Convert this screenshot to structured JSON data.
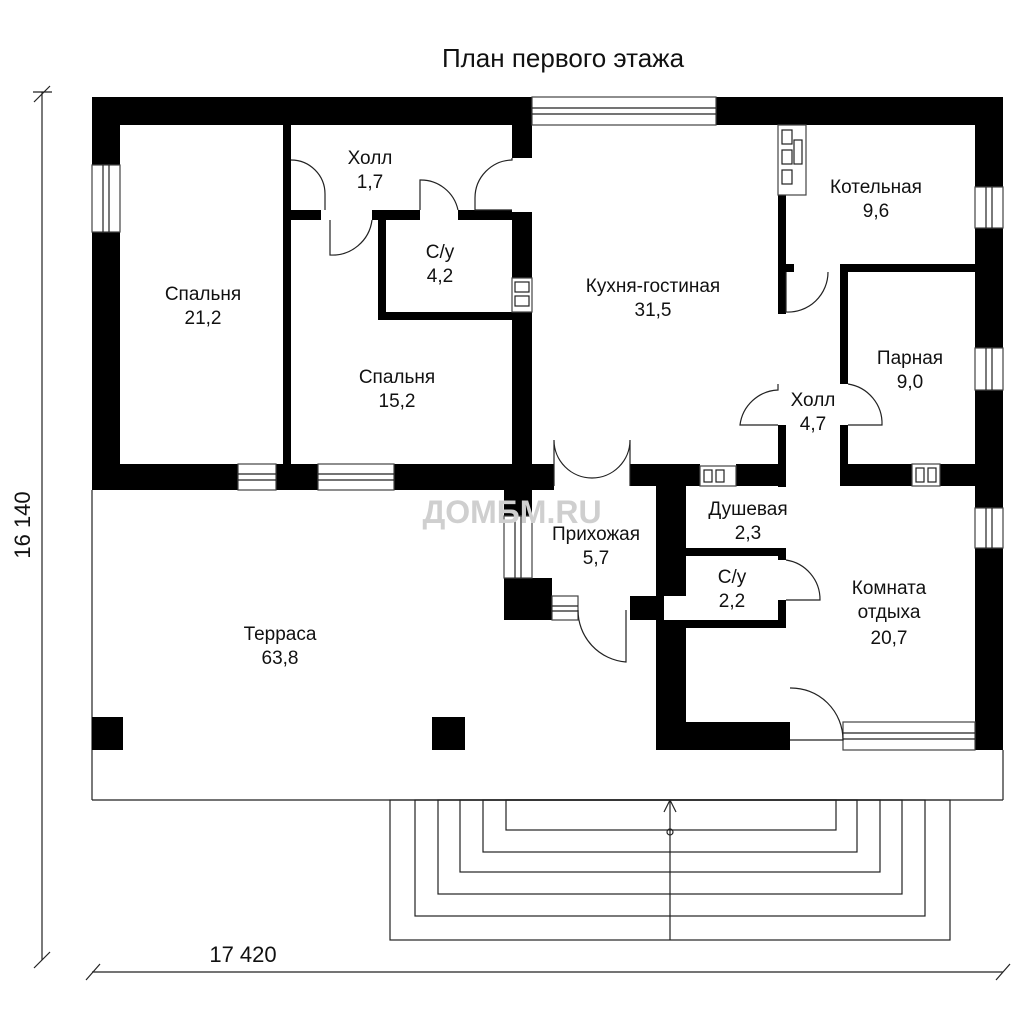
{
  "title": "План первого этажа",
  "watermark": "ДОМБМ.RU",
  "dimensions": {
    "width": "17 420",
    "height": "16 140"
  },
  "rooms": [
    {
      "name": "Холл",
      "area": "1,7"
    },
    {
      "name": "Спальня",
      "area": "21,2"
    },
    {
      "name": "С/у",
      "area": "4,2"
    },
    {
      "name": "Спальня",
      "area": "15,2"
    },
    {
      "name": "Кухня-гостиная",
      "area": "31,5"
    },
    {
      "name": "Котельная",
      "area": "9,6"
    },
    {
      "name": "Парная",
      "area": "9,0"
    },
    {
      "name": "Холл",
      "area": "4,7"
    },
    {
      "name": "Душевая",
      "area": "2,3"
    },
    {
      "name": "Прихожая",
      "area": "5,7"
    },
    {
      "name": "С/у",
      "area": "2,2"
    },
    {
      "name": "Комната отдыха",
      "area": "20,7"
    },
    {
      "name": "Терраса",
      "area": "63,8"
    }
  ]
}
